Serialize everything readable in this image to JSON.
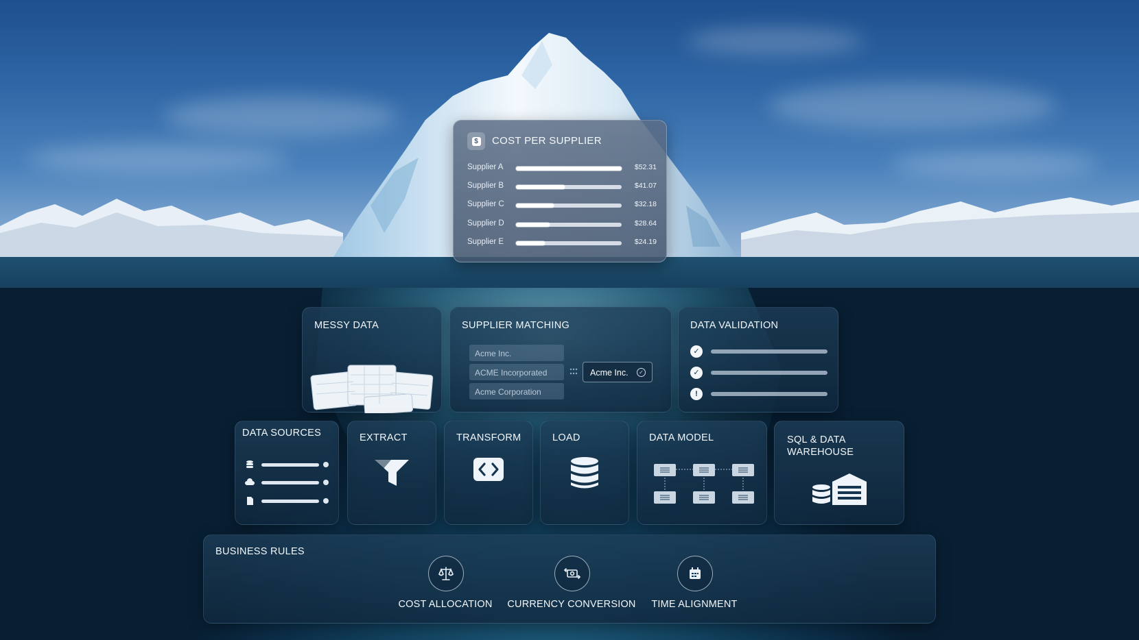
{
  "cost_per_supplier": {
    "title": "COST PER SUPPLIER",
    "badge_icon": "dollar-badge-icon",
    "suppliers": [
      {
        "name": "Supplier A",
        "value": "$52.31",
        "share": 1.0
      },
      {
        "name": "Supplier B",
        "value": "$41.07",
        "share": 0.46
      },
      {
        "name": "Supplier C",
        "value": "$32.18",
        "share": 0.36
      },
      {
        "name": "Supplier D",
        "value": "$28.64",
        "share": 0.32
      },
      {
        "name": "Supplier E",
        "value": "$24.19",
        "share": 0.27
      }
    ]
  },
  "messy_data": {
    "title": "MESSY DATA",
    "icon": "spreadsheets-icon"
  },
  "supplier_matching": {
    "title": "SUPPLIER MATCHING",
    "candidates": [
      "Acme Inc.",
      "ACME Incorporated",
      "Acme Corporation"
    ],
    "match": "Acme Inc."
  },
  "data_validation": {
    "title": "DATA VALIDATION",
    "checks": [
      {
        "status": "pass",
        "icon": "check-icon"
      },
      {
        "status": "pass",
        "icon": "check-icon"
      },
      {
        "status": "warning",
        "icon": "exclamation-icon"
      }
    ]
  },
  "data_sources": {
    "title": "DATA SOURCES",
    "sources": [
      {
        "icon": "database-icon"
      },
      {
        "icon": "cloud-icon"
      },
      {
        "icon": "file-icon"
      }
    ]
  },
  "pipeline": {
    "extract": {
      "title": "EXTRACT",
      "icon": "funnel-icon"
    },
    "transform": {
      "title": "TRANSFORM",
      "icon": "code-icon"
    },
    "load": {
      "title": "LOAD",
      "icon": "database-stack-icon"
    }
  },
  "data_model": {
    "title": "DATA MODEL",
    "icon": "schema-icon"
  },
  "sql_warehouse": {
    "title_line1": "SQL & DATA",
    "title_line2": "WAREHOUSE",
    "icon": "warehouse-icon"
  },
  "business_rules": {
    "title": "BUSINESS RULES",
    "rules": [
      {
        "label": "COST ALLOCATION",
        "icon": "scale-icon"
      },
      {
        "label": "CURRENCY CONVERSION",
        "icon": "currency-exchange-icon"
      },
      {
        "label": "TIME ALIGNMENT",
        "icon": "calendar-icon"
      }
    ]
  },
  "colors": {
    "sky": "#2f67a6",
    "water": "#12425f",
    "panel": "#1a3a56",
    "accent": "#ffffff"
  }
}
